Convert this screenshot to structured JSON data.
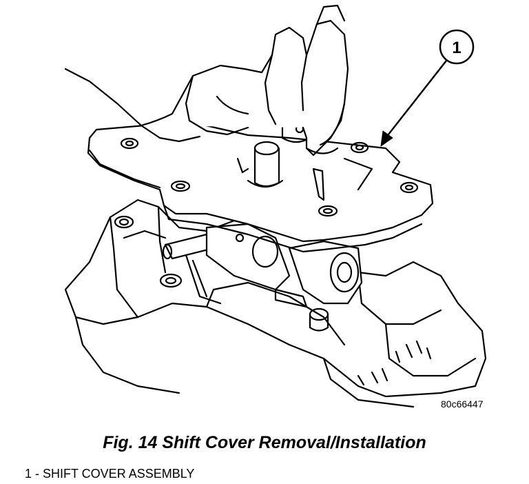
{
  "figure": {
    "callout": "1",
    "code": "80c66447",
    "caption": "Fig. 14 Shift Cover Removal/Installation",
    "legend": [
      "1 - SHIFT COVER ASSEMBLY"
    ]
  }
}
